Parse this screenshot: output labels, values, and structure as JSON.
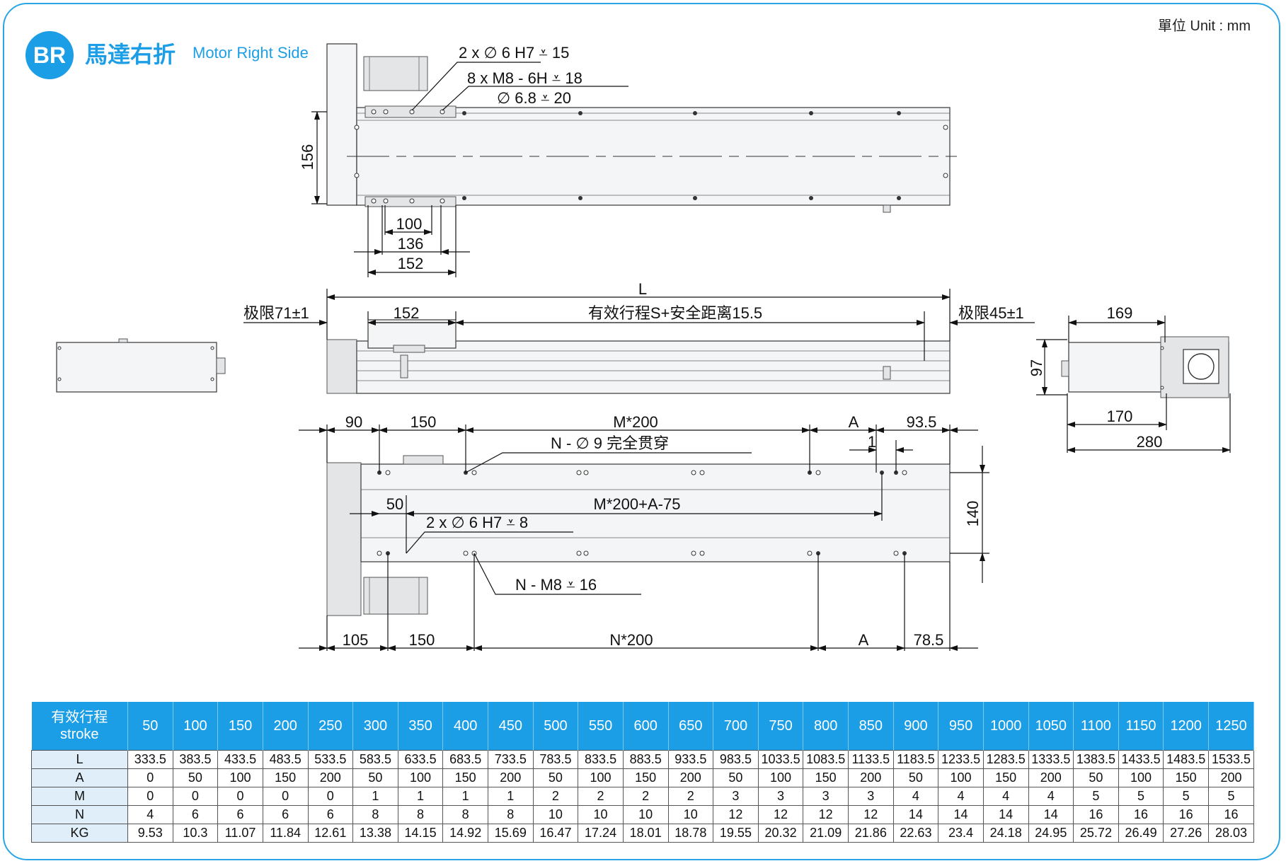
{
  "header": {
    "badge": "BR",
    "title_cn": "馬達右折",
    "title_en": "Motor Right Side",
    "unit": "單位 Unit : mm"
  },
  "top_view": {
    "note1": "2 x ∅ 6 H7 ⩡ 15",
    "note2": "8 x  M8 - 6H ⩡ 18",
    "note3": "∅ 6.8 ⩡ 20",
    "dim_height": "156",
    "dim_a": "100",
    "dim_b": "136",
    "dim_c": "152"
  },
  "side_view": {
    "dim_L": "L",
    "limit_left": "极限71±1",
    "dim_152": "152",
    "stroke_label": "有效行程S+安全距离15.5",
    "limit_right": "极限45±1"
  },
  "end_view": {
    "dim_169": "169",
    "dim_97": "97",
    "dim_170": "170",
    "dim_280": "280"
  },
  "bottom_view": {
    "dim_90": "90",
    "dim_150_top": "150",
    "dim_m200": "M*200",
    "dim_a_top": "A",
    "dim_93_5": "93.5",
    "note_through": "N - ∅ 9 完全贯穿",
    "dim_1": "1",
    "dim_50": "50",
    "dim_m200a": "M*200+A-75",
    "note_pin": "2 x ∅ 6 H7 ⩡ 8",
    "dim_140": "140",
    "note_m8": "N - M8 ⩡ 16",
    "dim_105": "105",
    "dim_150_bottom": "150",
    "dim_n200": "N*200",
    "dim_a_bottom": "A",
    "dim_78_5": "78.5"
  },
  "table": {
    "header_cn": "有效行程",
    "header_en": "stroke",
    "strokes": [
      "50",
      "100",
      "150",
      "200",
      "250",
      "300",
      "350",
      "400",
      "450",
      "500",
      "550",
      "600",
      "650",
      "700",
      "750",
      "800",
      "850",
      "900",
      "950",
      "1000",
      "1050",
      "1100",
      "1150",
      "1200",
      "1250"
    ],
    "rows": [
      {
        "label": "L",
        "values": [
          "333.5",
          "383.5",
          "433.5",
          "483.5",
          "533.5",
          "583.5",
          "633.5",
          "683.5",
          "733.5",
          "783.5",
          "833.5",
          "883.5",
          "933.5",
          "983.5",
          "1033.5",
          "1083.5",
          "1133.5",
          "1183.5",
          "1233.5",
          "1283.5",
          "1333.5",
          "1383.5",
          "1433.5",
          "1483.5",
          "1533.5"
        ]
      },
      {
        "label": "A",
        "values": [
          "0",
          "50",
          "100",
          "150",
          "200",
          "50",
          "100",
          "150",
          "200",
          "50",
          "100",
          "150",
          "200",
          "50",
          "100",
          "150",
          "200",
          "50",
          "100",
          "150",
          "200",
          "50",
          "100",
          "150",
          "200"
        ]
      },
      {
        "label": "M",
        "values": [
          "0",
          "0",
          "0",
          "0",
          "0",
          "1",
          "1",
          "1",
          "1",
          "2",
          "2",
          "2",
          "2",
          "3",
          "3",
          "3",
          "3",
          "4",
          "4",
          "4",
          "4",
          "5",
          "5",
          "5",
          "5"
        ]
      },
      {
        "label": "N",
        "values": [
          "4",
          "6",
          "6",
          "6",
          "6",
          "8",
          "8",
          "8",
          "8",
          "10",
          "10",
          "10",
          "10",
          "12",
          "12",
          "12",
          "12",
          "14",
          "14",
          "14",
          "14",
          "16",
          "16",
          "16",
          "16"
        ]
      },
      {
        "label": "KG",
        "values": [
          "9.53",
          "10.3",
          "11.07",
          "11.84",
          "12.61",
          "13.38",
          "14.15",
          "14.92",
          "15.69",
          "16.47",
          "17.24",
          "18.01",
          "18.78",
          "19.55",
          "20.32",
          "21.09",
          "21.86",
          "22.63",
          "23.4",
          "24.18",
          "24.95",
          "25.72",
          "26.49",
          "27.26",
          "28.03"
        ]
      }
    ]
  },
  "colors": {
    "accent": "#1c9ee6",
    "frame": "#2aa6e6"
  }
}
